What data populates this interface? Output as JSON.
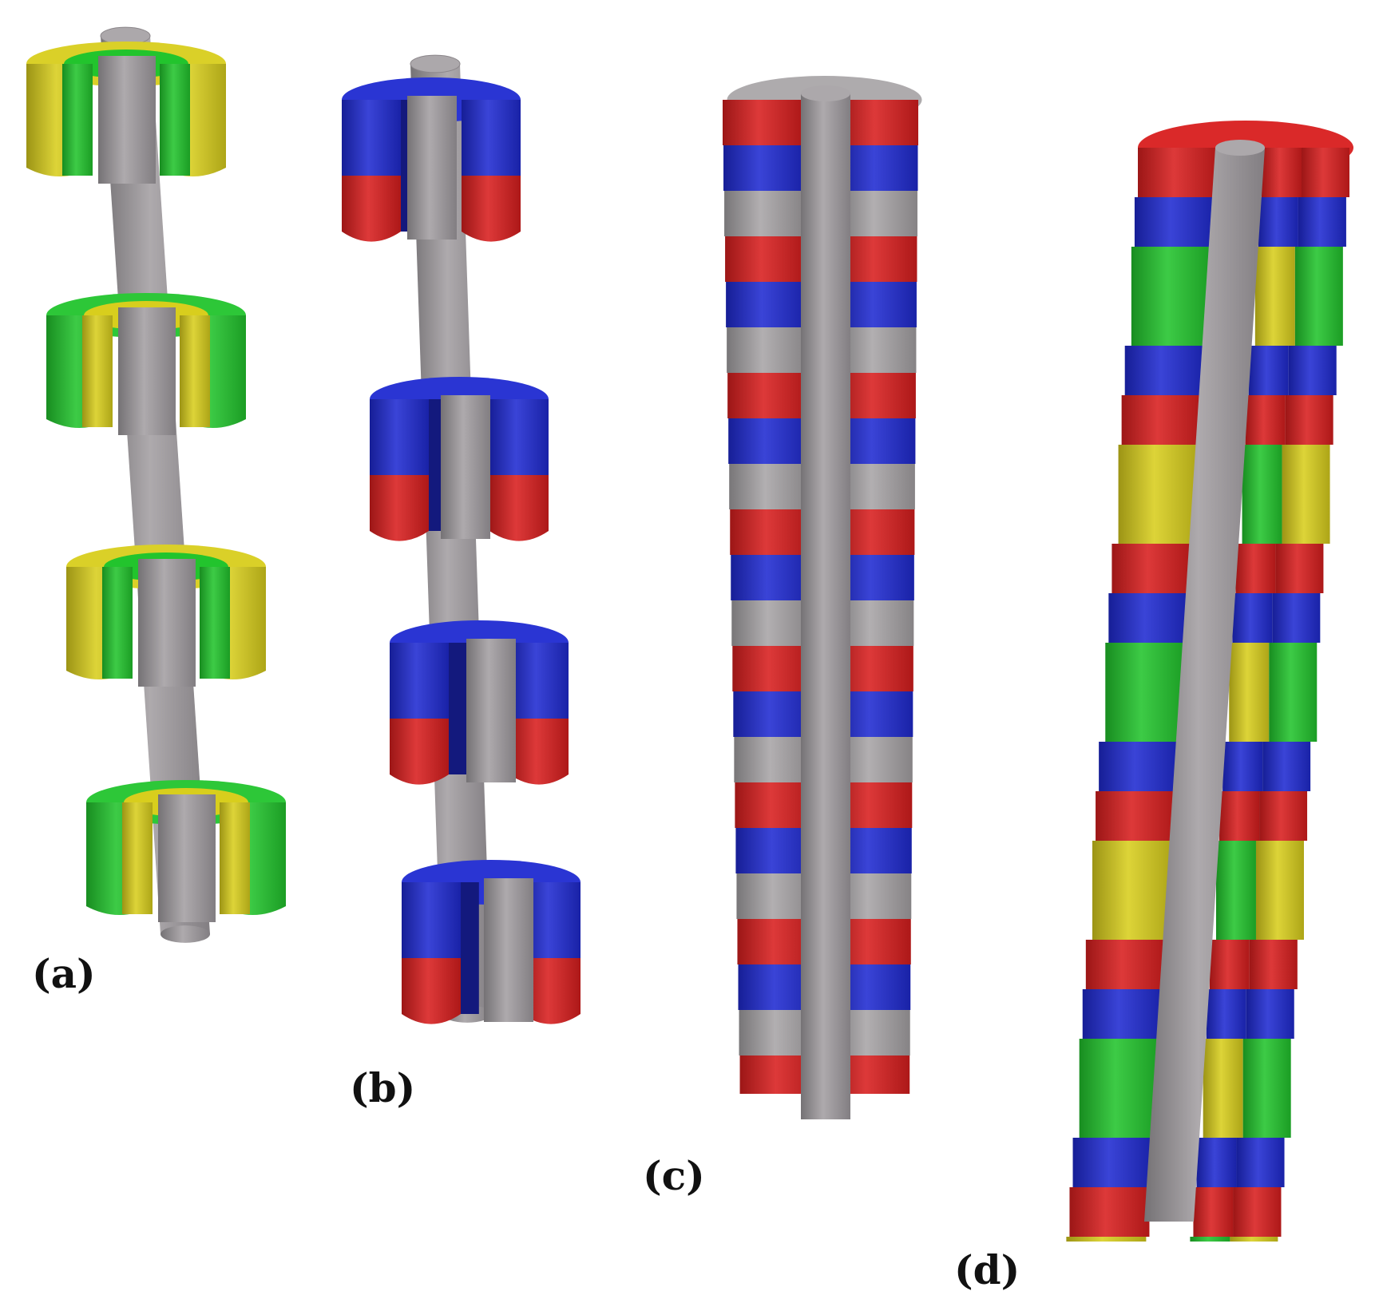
{
  "figure": {
    "panels": [
      {
        "id": "a",
        "label": "(a)",
        "type": "separate-rings",
        "ring_count": 4,
        "ring_colors": [
          "yellow",
          "green"
        ]
      },
      {
        "id": "b",
        "label": "(b)",
        "type": "separate-rings",
        "ring_count": 4,
        "ring_colors": [
          "blue",
          "red"
        ]
      },
      {
        "id": "c",
        "label": "(c)",
        "type": "full-stack",
        "layer_sequence": [
          "red",
          "blue",
          "gray"
        ]
      },
      {
        "id": "d",
        "label": "(d)",
        "type": "full-stack",
        "layer_sequence": [
          "red",
          "blue",
          "green",
          "blue",
          "red",
          "yellow"
        ]
      }
    ],
    "colors": {
      "rod": "#a39ea2",
      "red": "#d81e1e",
      "blue": "#1f2ad1",
      "green": "#22c42d",
      "yellow": "#d8ce1d",
      "gray": "#a7a4a6",
      "label": "#111111"
    }
  }
}
